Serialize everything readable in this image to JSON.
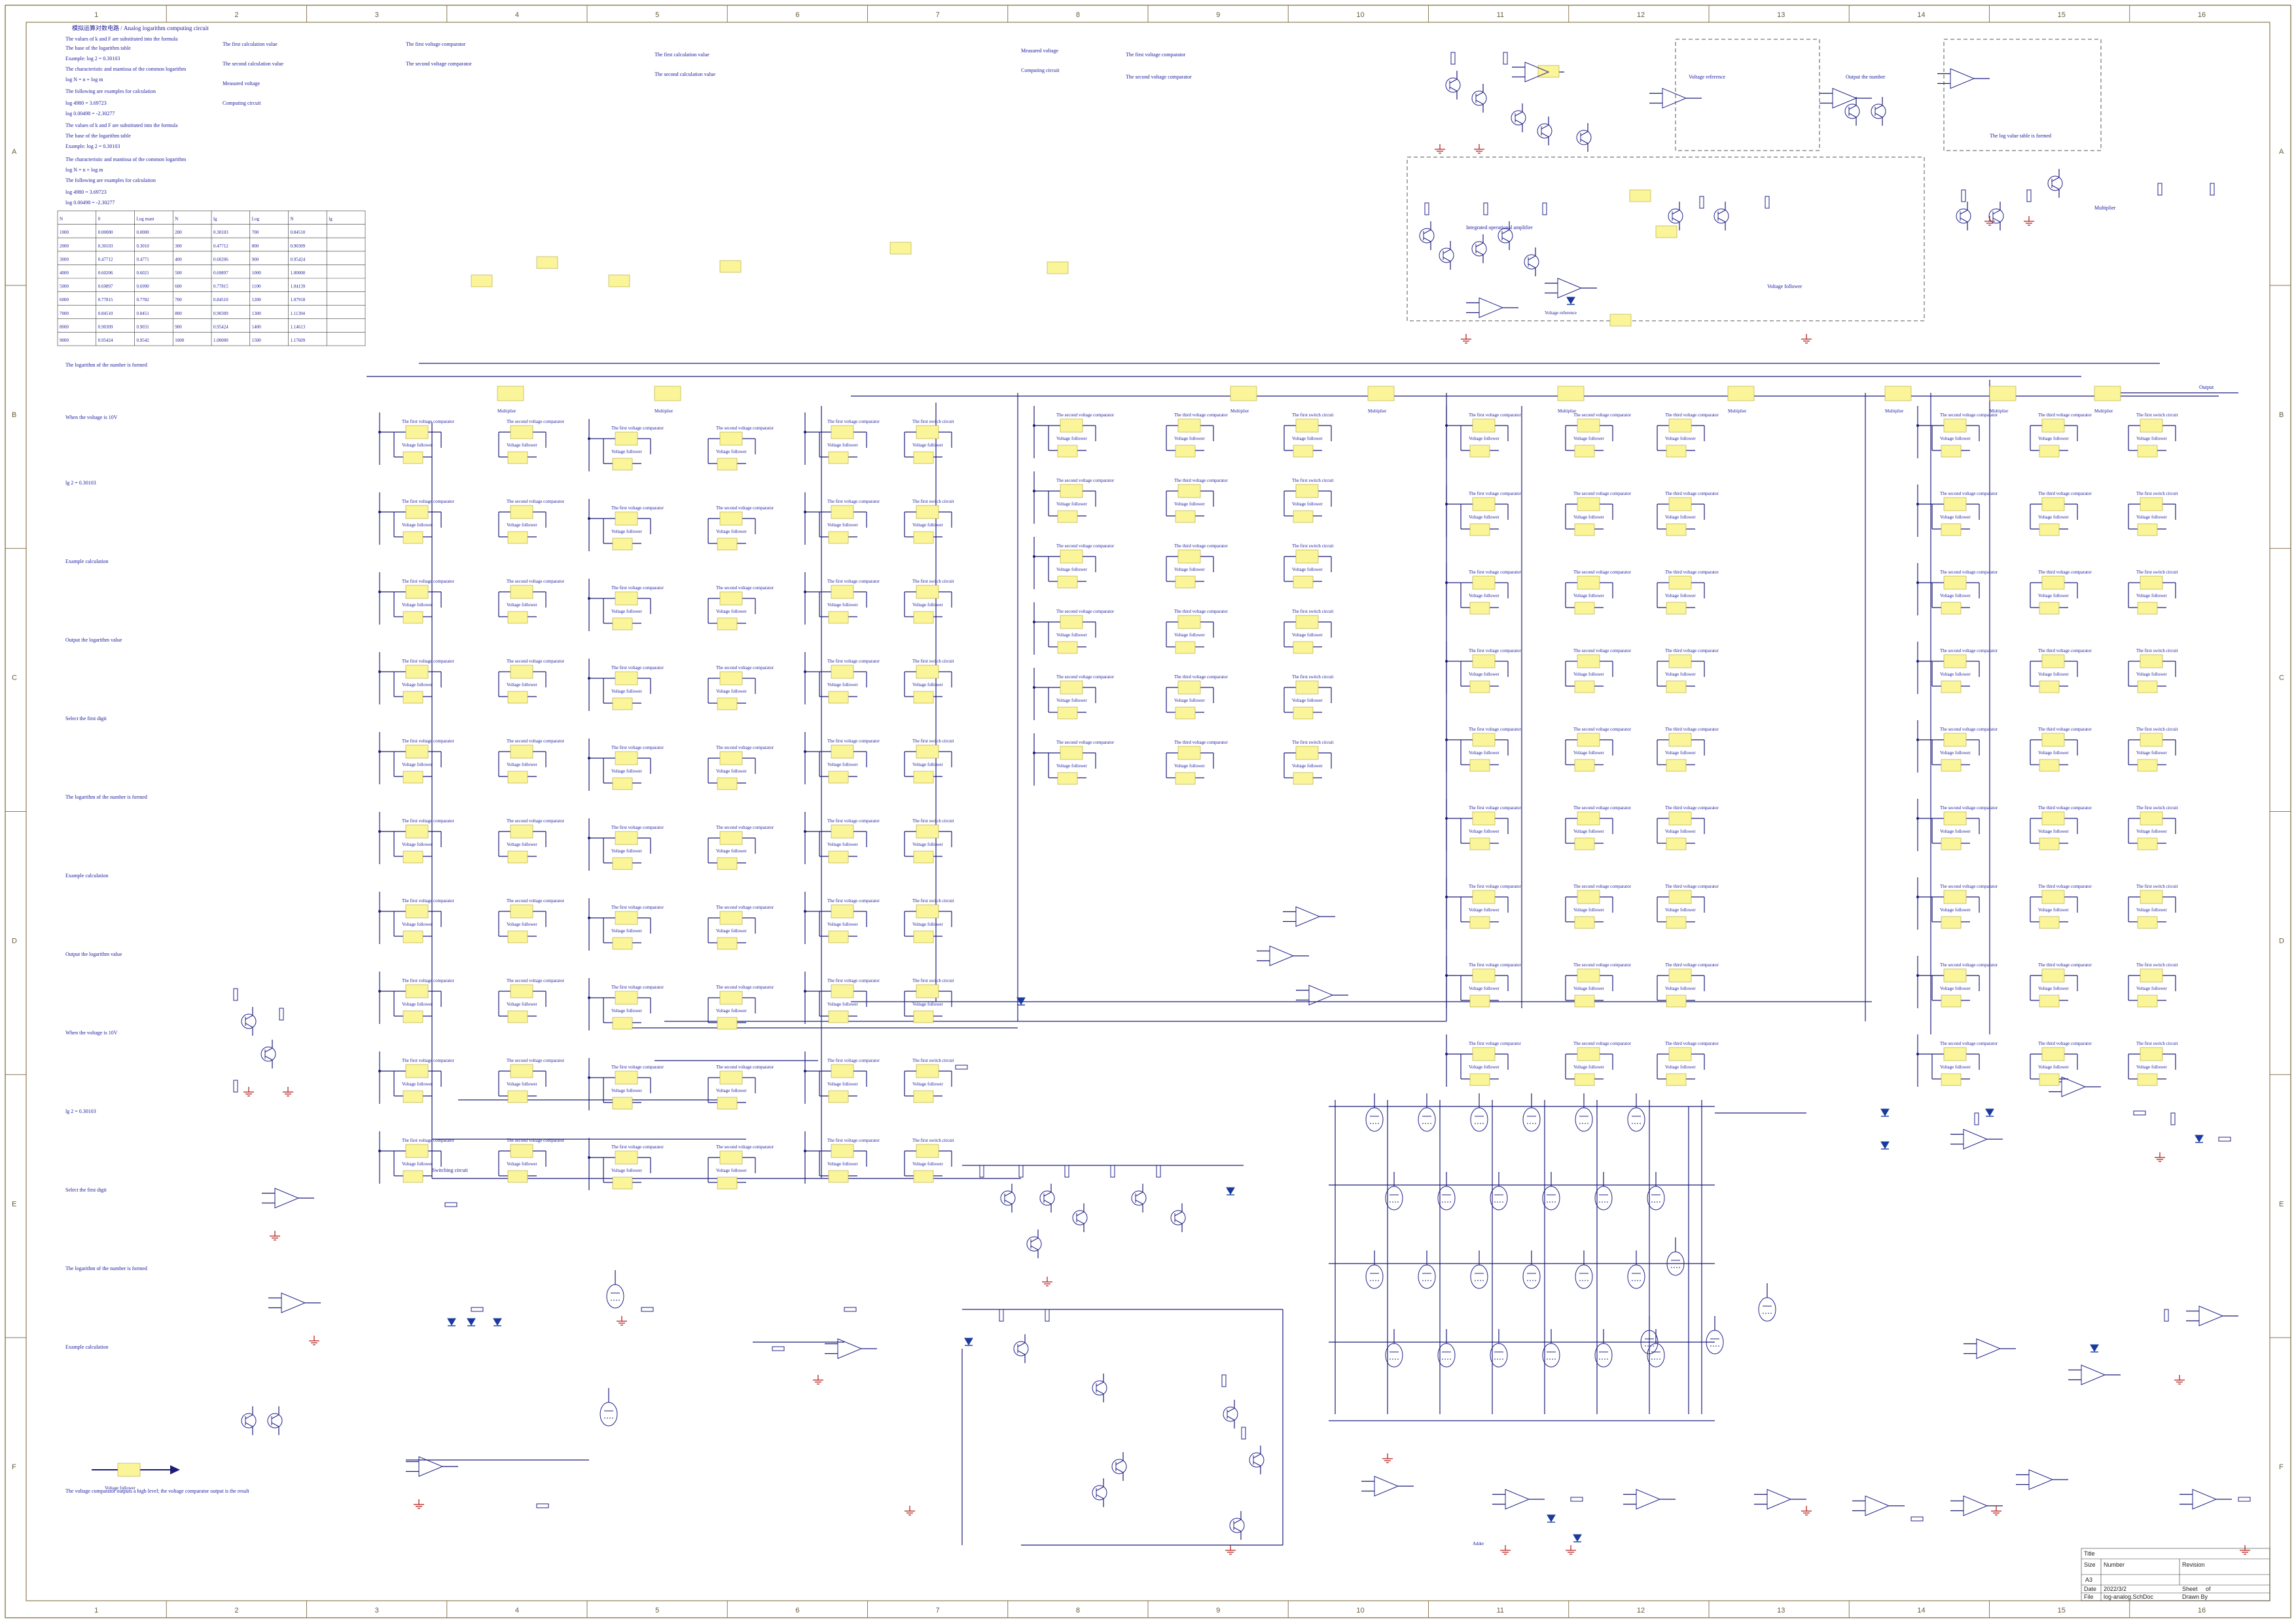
{
  "sheet": {
    "border_columns": [
      "1",
      "2",
      "3",
      "4",
      "5",
      "6",
      "7",
      "8",
      "9",
      "10",
      "11",
      "12",
      "13",
      "14",
      "15",
      "16"
    ],
    "border_rows": [
      "A",
      "B",
      "C",
      "D",
      "E",
      "F"
    ]
  },
  "notes": {
    "top_left_title": "模拟运算对数电路 / Analog logarithm computing circuit",
    "top_left_lines": [
      "The values of k and F are substituted into the formula",
      "The base of the logarithm table",
      "Example: log 2 = 0.30103",
      "The characteristic and mantissa of the common logarithm",
      "log N = n + log m",
      "The following are examples for calculation",
      "log 4980 = 3.69723",
      "log 0.00498 = -2.30277"
    ],
    "top_mid_lines": [
      "The first calculation value",
      "The second calculation value",
      "Measured voltage",
      "Computing circuit",
      "The first voltage comparator",
      "The second voltage comparator"
    ],
    "top_right_lines": [
      "The log value table is formed",
      "Voltage follower",
      "Multiplier",
      "Output the number",
      "Voltage reference",
      "Integrated operational amplifier"
    ],
    "left_lines": [
      "The logarithm of the number is formed",
      "When the voltage is 10V",
      "lg 2 = 0.30103",
      "Example calculation",
      "Output the logarithm value",
      "Select the first digit"
    ],
    "bottom_center_note": "Switching circuit",
    "bottom_left_note": "The voltage comparator outputs a high level; the voltage comparator output is the result"
  },
  "table": {
    "headers": [
      "N",
      "0",
      "Log mant",
      "N",
      "lg",
      "Log",
      "N",
      "lg"
    ],
    "rows": [
      [
        "1000",
        "0.00000",
        "0.0000",
        "200",
        "0.30103",
        "700",
        "0.84510"
      ],
      [
        "2000",
        "0.30103",
        "0.3010",
        "300",
        "0.47712",
        "800",
        "0.90309"
      ],
      [
        "3000",
        "0.47712",
        "0.4771",
        "400",
        "0.60206",
        "900",
        "0.95424"
      ],
      [
        "4000",
        "0.60206",
        "0.6021",
        "500",
        "0.69897",
        "1000",
        "1.00000"
      ],
      [
        "5000",
        "0.69897",
        "0.6990",
        "600",
        "0.77815",
        "1100",
        "1.04139"
      ],
      [
        "6000",
        "0.77815",
        "0.7782",
        "700",
        "0.84510",
        "1200",
        "1.07918"
      ],
      [
        "7000",
        "0.84510",
        "0.8451",
        "800",
        "0.90309",
        "1300",
        "1.11394"
      ],
      [
        "8000",
        "0.90309",
        "0.9031",
        "900",
        "0.95424",
        "1400",
        "1.14613"
      ],
      [
        "9000",
        "0.95424",
        "0.9542",
        "1000",
        "1.00000",
        "1500",
        "1.17609"
      ]
    ]
  },
  "labels": {
    "comparator": "The first voltage comparator",
    "comparator2": "The second voltage comparator",
    "comparator3": "The third voltage comparator",
    "switching": "The first switch circuit",
    "follower": "Voltage follower",
    "multiplier": "Multiplier",
    "output": "Output",
    "vref": "Voltage reference",
    "gnd": "GND",
    "adder": "Adder"
  },
  "title_block": {
    "title_label": "Title",
    "size_label": "Size",
    "number_label": "Number",
    "revision_label": "Revision",
    "size_value": "A3",
    "date_label": "Date",
    "date_value": "2022/3/2",
    "file_label": "File",
    "sheet_label": "Sheet",
    "sheet_value": "of",
    "drawn_label": "Drawn By",
    "file_value": "log-analog.SchDoc"
  }
}
